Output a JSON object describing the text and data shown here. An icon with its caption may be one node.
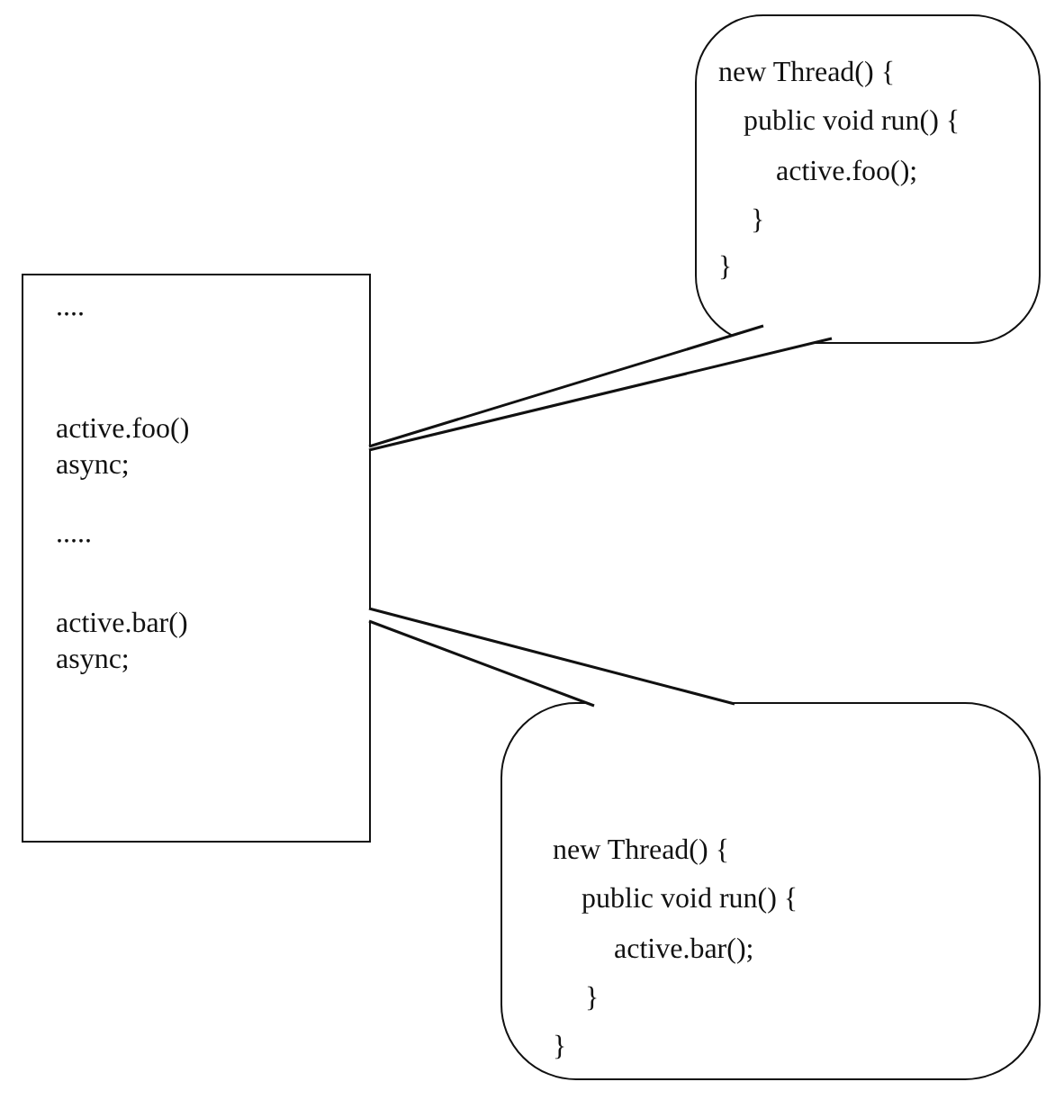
{
  "diagram": {
    "nodes": [
      {
        "text": [
          "....",
          "active.foo() async;",
          ".....",
          "active.bar() async;"
        ]
      },
      {
        "text": [
          "new Thread() {",
          "public void run() {",
          "active.foo();",
          "}",
          "}"
        ]
      },
      {
        "text": [
          "new Thread() {",
          "public void run() {",
          "active.bar();",
          "}",
          "}"
        ]
      }
    ],
    "edges": [
      {
        "from": 1,
        "to": 0,
        "arrow": "none"
      },
      {
        "from": 2,
        "to": 0,
        "arrow": "none"
      }
    ]
  }
}
